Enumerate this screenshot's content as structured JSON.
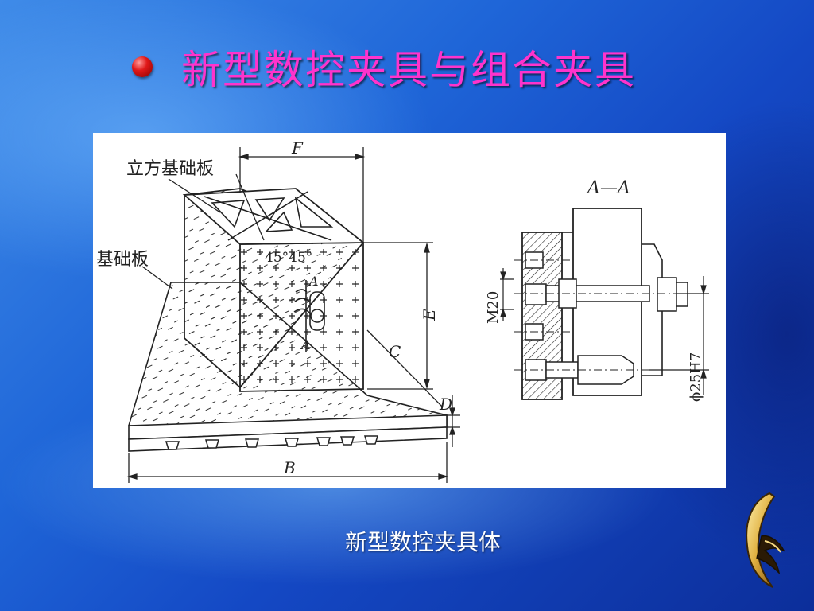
{
  "slide": {
    "title": "新型数控夹具与组合夹具",
    "caption": "新型数控夹具体"
  },
  "figure": {
    "labels": {
      "cube_plate": "立方基础板",
      "base_plate": "基础板",
      "dim_f": "F",
      "dim_e": "E",
      "dim_c": "C",
      "dim_d": "D",
      "dim_b": "B",
      "angle": "45°45°",
      "section_mark_top": "A",
      "section_mark_bottom": "A",
      "section_title": "A—A",
      "thread": "M20",
      "bore": "ϕ25H7"
    }
  },
  "colors": {
    "title": "#ff33cc",
    "bullet": "#e01818",
    "caption": "#ffffff",
    "line": "#1a1a1a"
  },
  "icons": {
    "bullet": "red-ball-bullet-icon",
    "logo": "gold-brush-logo-icon"
  }
}
